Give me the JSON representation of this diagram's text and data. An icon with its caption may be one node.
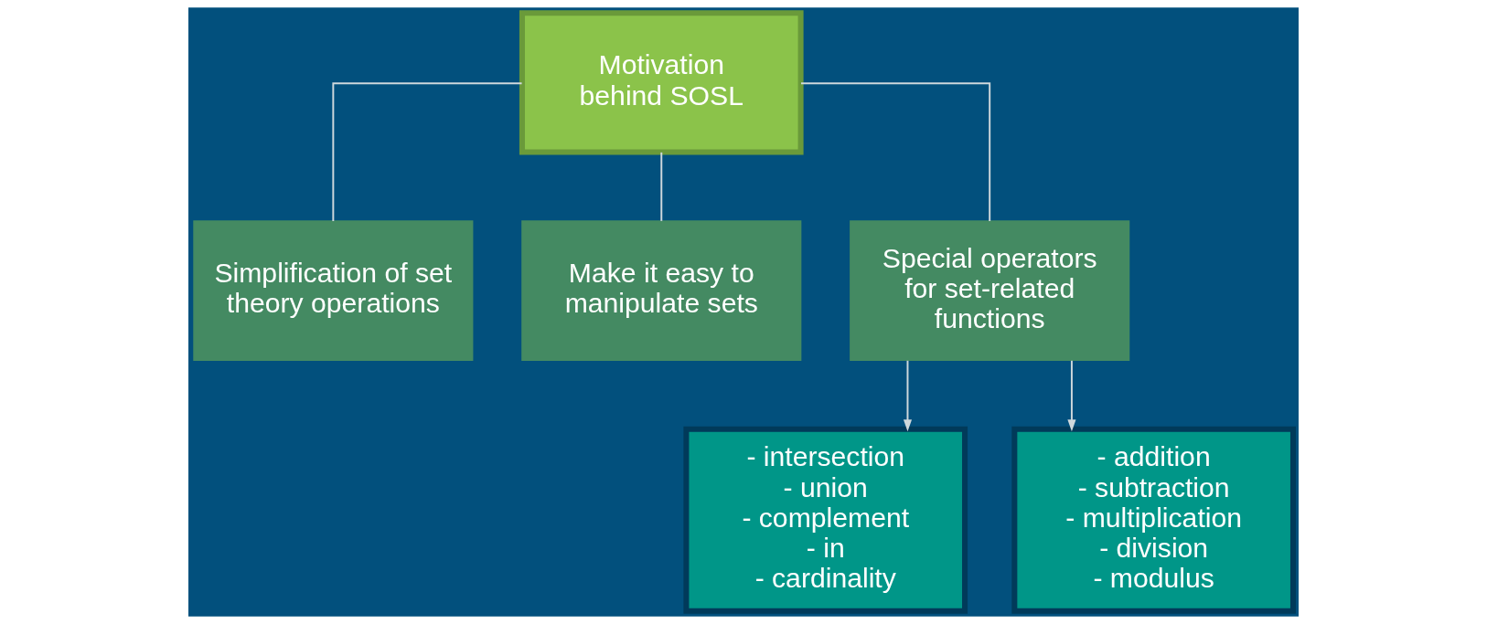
{
  "diagram": {
    "nodes": [
      {
        "text": [
          "Motivation behind SOSL"
        ]
      },
      {
        "text": [
          "Simplification of set theory operations"
        ]
      },
      {
        "text": [
          "Make it easy to manipulate sets"
        ]
      },
      {
        "text": [
          "Special operators for set-related functions"
        ]
      },
      {
        "text": [
          "- intersection",
          "- union",
          "- complement",
          "- in",
          "- cardinality"
        ]
      },
      {
        "text": [
          "- addition",
          "- subtraction",
          "- multiplication",
          "- division",
          "- modulus"
        ]
      }
    ],
    "edges": [
      {
        "from": 0,
        "to": 1,
        "arrow": "none"
      },
      {
        "from": 0,
        "to": 2,
        "arrow": "none"
      },
      {
        "from": 0,
        "to": 3,
        "arrow": "none"
      },
      {
        "from": 3,
        "to": 4,
        "arrow": "to"
      },
      {
        "from": 3,
        "to": 5,
        "arrow": "to"
      }
    ]
  }
}
